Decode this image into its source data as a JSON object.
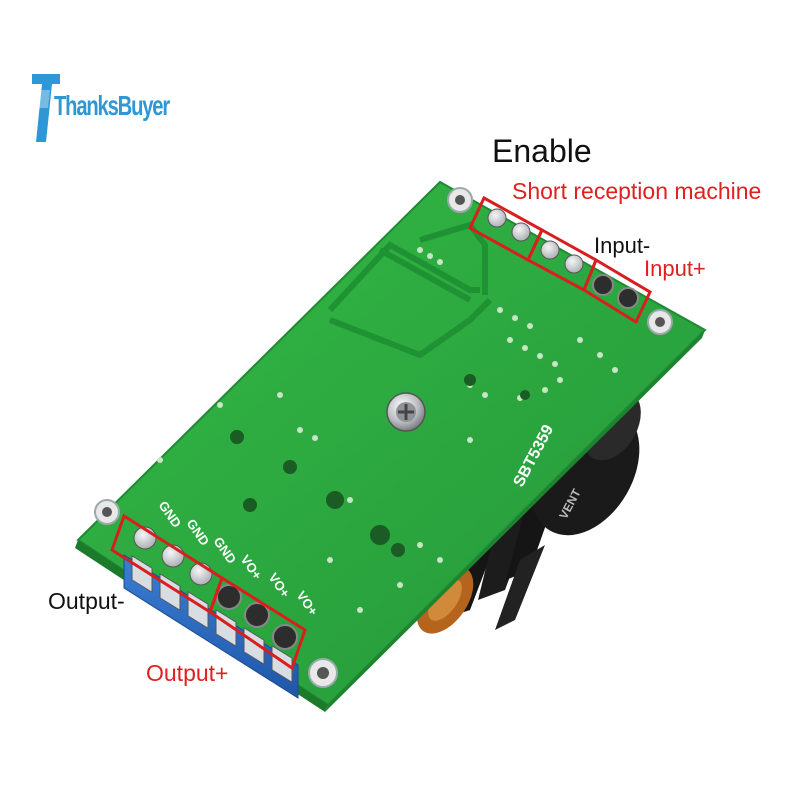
{
  "brand": {
    "logo_text": "ThanksBuyer",
    "color": "#2e97d6"
  },
  "labels": {
    "enable": "Enable",
    "short_reception": "Short reception machine",
    "input_minus": "Input-",
    "input_plus": "Input+",
    "output_minus": "Output-",
    "output_plus": "Output+"
  },
  "board": {
    "model": "SBT5359",
    "cap_text": "VENT",
    "pin_labels": [
      "GND",
      "GND",
      "GND",
      "VO+",
      "VO+",
      "VO+"
    ]
  },
  "colors": {
    "pcb": "#2fae3f",
    "highlight_box": "#d81e1e",
    "label_red": "#e02020",
    "label_black": "#111111",
    "terminal_blue": "#2f6fc6"
  }
}
